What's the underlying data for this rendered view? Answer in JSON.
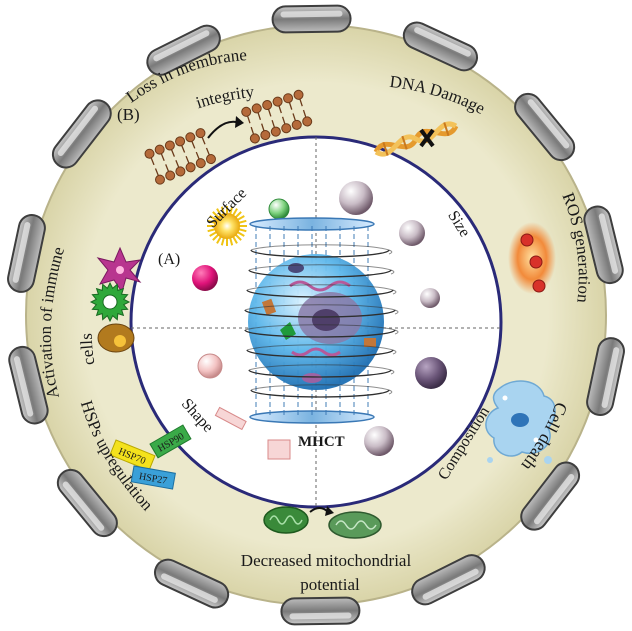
{
  "outer_ring": {
    "loss_membrane_line1": "Loss in membrane",
    "loss_membrane_line2": "integrity",
    "dna_damage": "DNA Damage",
    "ros_generation": "ROS generation",
    "cell_death": "Cell death",
    "mito_line1": "Decreased mitochondrial",
    "mito_line2": "potential",
    "hsps_upregulation": "HSPs upregulation",
    "activation_line1": "Activation of immune",
    "activation_line2": "cells",
    "marker_b": "(B)",
    "hsp70": "HSP70",
    "hsp90": "HSP90",
    "hsp27": "HSP27"
  },
  "inner_circle": {
    "marker_a": "(A)",
    "surface": "Surface",
    "size": "Size",
    "shape": "Shape",
    "composition": "Composition",
    "center_label": "MHCT"
  },
  "colors": {
    "ring_fill": "#e6e3c2",
    "inner_fill": "#ffffff",
    "inner_stroke": "#2a2a78",
    "segment_fill": "#8e8e8e",
    "cell_blue": "#5bb6ea",
    "nucleus": "#6d6d9c",
    "dna_orange": "#e59a2e",
    "ros_red": "#d8322a",
    "mito_green": "#3a8a3a",
    "hsp70_yellow": "#f4e21c",
    "hsp90_green": "#3aaa48",
    "hsp27_blue": "#3aa0d8"
  }
}
